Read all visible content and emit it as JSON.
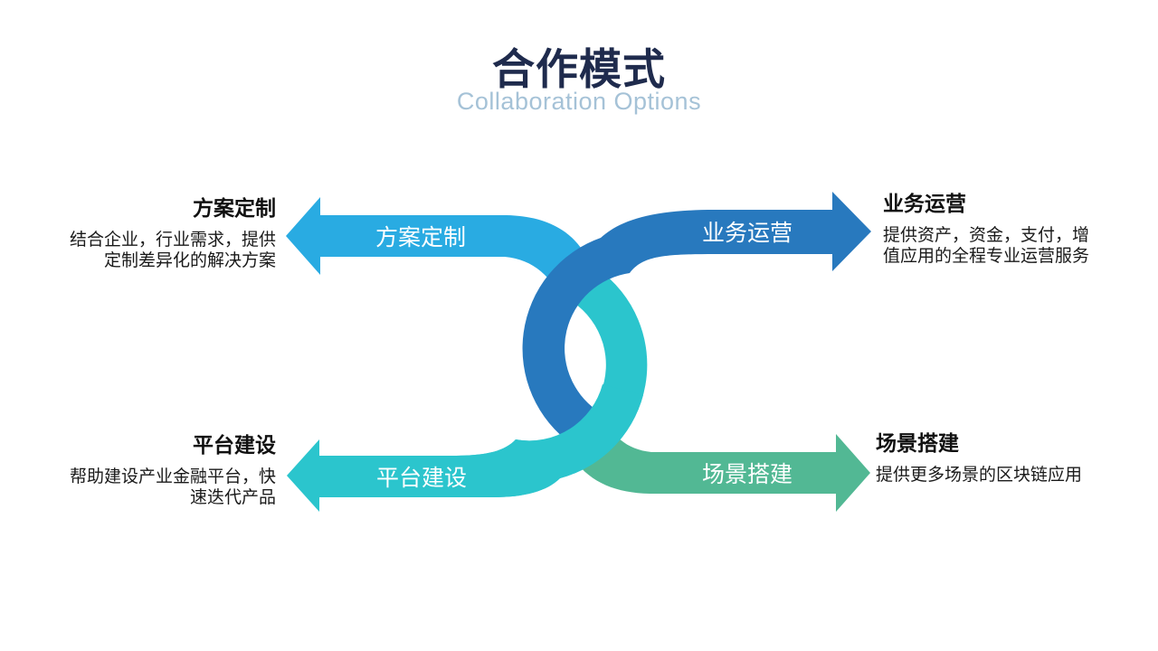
{
  "title": "合作模式",
  "subtitle": "Collaboration Options",
  "colors": {
    "title_text": "#1F2B4D",
    "subtitle_text": "#A5C2D7",
    "light_blue": "#29ABE2",
    "dark_blue": "#2879BE",
    "teal": "#2BC5CD",
    "green": "#52B894",
    "arrow_label_text": "#FFFFFF",
    "heading_text": "#111111",
    "body_text": "#1A1A1A"
  },
  "quadrants": {
    "top_left": {
      "heading": "方案定制",
      "arrow_label": "方案定制",
      "description_lines": [
        "结合企业，行业需求，提供",
        "定制差异化的解决方案"
      ]
    },
    "top_right": {
      "heading": "业务运营",
      "arrow_label": "业务运营",
      "description_lines": [
        "提供资产，资金，支付，增",
        "值应用的全程专业运营服务"
      ]
    },
    "bottom_left": {
      "heading": "平台建设",
      "arrow_label": "平台建设",
      "description_lines": [
        "帮助建设产业金融平台，快",
        "速迭代产品"
      ]
    },
    "bottom_right": {
      "heading": "场景搭建",
      "arrow_label": "场景搭建",
      "description_lines": [
        "提供更多场景的区块链应用"
      ]
    }
  }
}
